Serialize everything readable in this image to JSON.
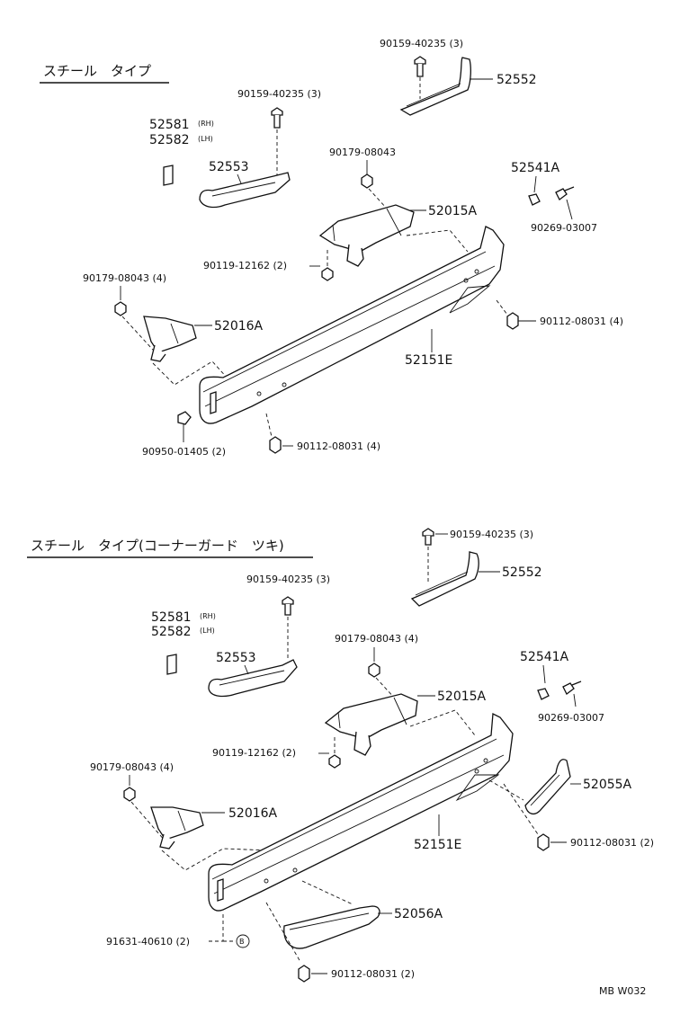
{
  "sections": [
    {
      "title": "スチール　タイプ",
      "labels": [
        {
          "id": "s1-bolt-top",
          "text": "90159-40235 (3)"
        },
        {
          "id": "s1-52552",
          "text": "52552"
        },
        {
          "id": "s1-bolt-mid",
          "text": "90159-40235 (3)"
        },
        {
          "id": "s1-52581",
          "text": "52581"
        },
        {
          "id": "s1-rh",
          "text": "(RH)"
        },
        {
          "id": "s1-52582",
          "text": "52582"
        },
        {
          "id": "s1-lh",
          "text": "(LH)"
        },
        {
          "id": "s1-52553",
          "text": "52553"
        },
        {
          "id": "s1-nut-top",
          "text": "90179-08043"
        },
        {
          "id": "s1-52541a",
          "text": "52541A"
        },
        {
          "id": "s1-90269",
          "text": "90269-03007"
        },
        {
          "id": "s1-52015a",
          "text": "52015A"
        },
        {
          "id": "s1-90119",
          "text": "90119-12162 (2)"
        },
        {
          "id": "s1-nut-left",
          "text": "90179-08043 (4)"
        },
        {
          "id": "s1-52016a",
          "text": "52016A"
        },
        {
          "id": "s1-90112-right",
          "text": "90112-08031 (4)"
        },
        {
          "id": "s1-52151e",
          "text": "52151E"
        },
        {
          "id": "s1-90950",
          "text": "90950-01405 (2)"
        },
        {
          "id": "s1-90112-bottom",
          "text": "90112-08031 (4)"
        }
      ]
    },
    {
      "title": "スチール　タイプ(コーナーガード　ツキ)",
      "labels": [
        {
          "id": "s2-bolt-top",
          "text": "90159-40235 (3)"
        },
        {
          "id": "s2-52552",
          "text": "52552"
        },
        {
          "id": "s2-bolt-mid",
          "text": "90159-40235 (3)"
        },
        {
          "id": "s2-52581",
          "text": "52581"
        },
        {
          "id": "s2-rh",
          "text": "(RH)"
        },
        {
          "id": "s2-52582",
          "text": "52582"
        },
        {
          "id": "s2-lh",
          "text": "(LH)"
        },
        {
          "id": "s2-52553",
          "text": "52553"
        },
        {
          "id": "s2-nut-top",
          "text": "90179-08043 (4)"
        },
        {
          "id": "s2-52541a",
          "text": "52541A"
        },
        {
          "id": "s2-52015a",
          "text": "52015A"
        },
        {
          "id": "s2-90269",
          "text": "90269-03007"
        },
        {
          "id": "s2-90119",
          "text": "90119-12162 (2)"
        },
        {
          "id": "s2-52055a",
          "text": "52055A"
        },
        {
          "id": "s2-nut-left",
          "text": "90179-08043 (4)"
        },
        {
          "id": "s2-52016a",
          "text": "52016A"
        },
        {
          "id": "s2-52151e",
          "text": "52151E"
        },
        {
          "id": "s2-90112-right",
          "text": "90112-08031 (2)"
        },
        {
          "id": "s2-52056a",
          "text": "52056A"
        },
        {
          "id": "s2-91631",
          "text": "91631-40610 (2)"
        },
        {
          "id": "s2-b-mark",
          "text": "B"
        },
        {
          "id": "s2-90112-bottom",
          "text": "90112-08031 (2)"
        }
      ]
    }
  ],
  "footer": {
    "code": "MB  W032"
  }
}
